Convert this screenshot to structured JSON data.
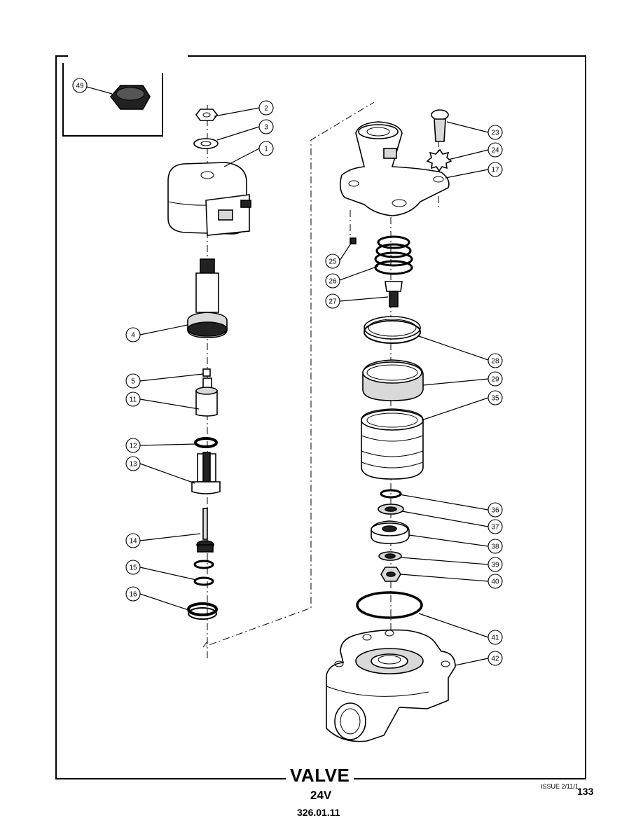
{
  "title": "VALVE",
  "subtitle": "24V",
  "code": "326.01.11",
  "issue": "ISSUE 2/11/1",
  "page_number": "133",
  "callouts": [
    "49",
    "2",
    "3",
    "1",
    "4",
    "5",
    "11",
    "12",
    "13",
    "14",
    "15",
    "16",
    "23",
    "24",
    "17",
    "25",
    "26",
    "27",
    "28",
    "29",
    "35",
    "36",
    "37",
    "38",
    "39",
    "40",
    "41",
    "42"
  ]
}
